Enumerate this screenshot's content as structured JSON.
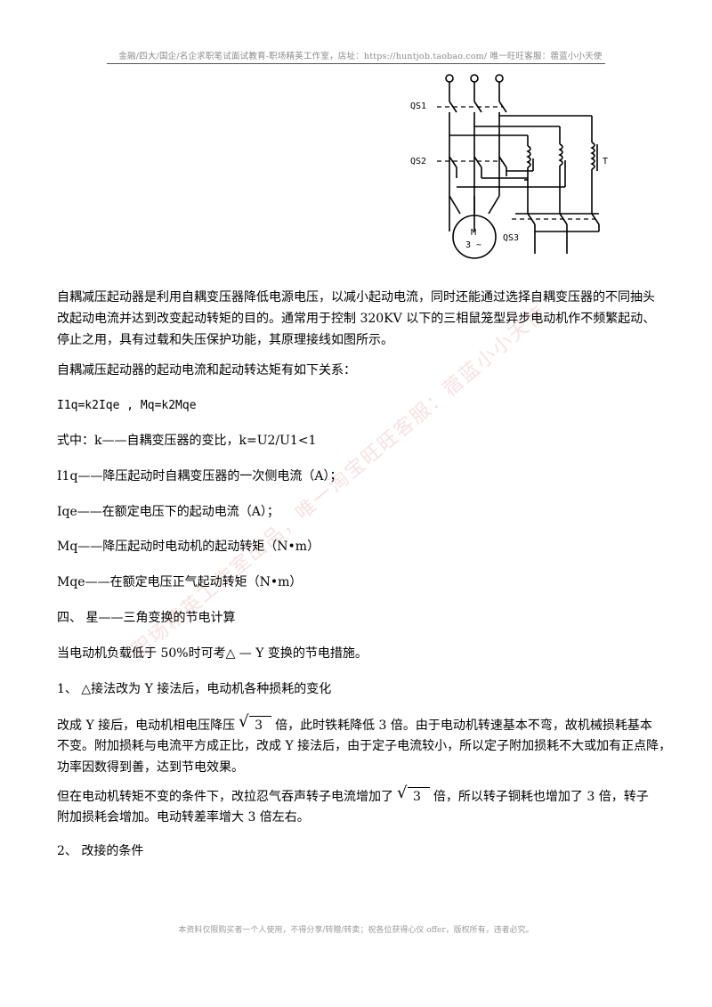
{
  "header": {
    "text": "金融/四大/国企/名企求职笔试面试教育-职场精英工作室，店址：https://huntjob.taobao.com/  唯一旺旺客服：蓿蓝小小天使"
  },
  "diagram": {
    "labels": {
      "qs1": "QS1",
      "qs2": "QS2",
      "qs3": "QS3",
      "t": "T",
      "motor_m": "M",
      "motor_3": "3 ~"
    }
  },
  "body": {
    "p1": "自耦减压起动器是利用自耦变压器降低电源电压，以减小起动电流，同时还能通过选择自耦变压器的不同抽头改起动电流并达到改变起动转矩的目的。通常用于控制 320KV 以下的三相鼠笼型异步电动机作不频繁起动、停止之用，具有过载和失压保护功能，其原理接线如图所示。",
    "p2": "自耦减压起动器的起动电流和起动转达矩有如下关系：",
    "p3": "I1q=k2Iqe  ,  Mq=k2Mqe",
    "p4": "式中：k——自耦变压器的变比，k=U2/U1<1",
    "p5": "I1q——降压起动时自耦变压器的一次侧电流（A）；",
    "p6": "Iqe——在额定电压下的起动电流（A）；",
    "p7": "Mq——降压起动时电动机的起动转矩（N•m）",
    "p8": "Mqe——在额定电压正气起动转矩（N•m）",
    "p9": "四、  星——三角变换的节电计算",
    "p10": "当电动机负载低于 50%时可考△  —  Y 变换的节电措施。",
    "p11": "1、      △接法改为 Y 接法后，电动机各种损耗的变化",
    "p12a": "改成 Y 接后，电动机相电压降压",
    "p12_sqrt": "3",
    "p12b": "倍，此时铁耗降低 3 倍。由于电动机转速基本不弯，故机械损耗基本",
    "p12c": "不变。附加损耗与电流平方成正比，改成 Y 接法后，由于定子电流较小，所以定子附加损耗不大或加有正点降，",
    "p12d": "功率因数得到善，达到节电效果。",
    "p13a": " 但在电动机转矩不变的条件下，改拉忍气吞声转子电流增加了",
    "p13_sqrt": "3",
    "p13b": "倍，所以转子铜耗也增加了 3 倍，转子",
    "p13c": "附加损耗会增加。电动转差率增大 3 倍左右。",
    "p14": "2、      改接的条件"
  },
  "footer": {
    "text": "本资料仅限购买者一个人使用，不得分享/转赠/转卖；祝各位获得心仪 offer，版权所有，违者必究。"
  },
  "watermark": {
    "text": "职场精英工作室出品，唯一淘宝旺旺客服：蓿蓝小小天使"
  }
}
